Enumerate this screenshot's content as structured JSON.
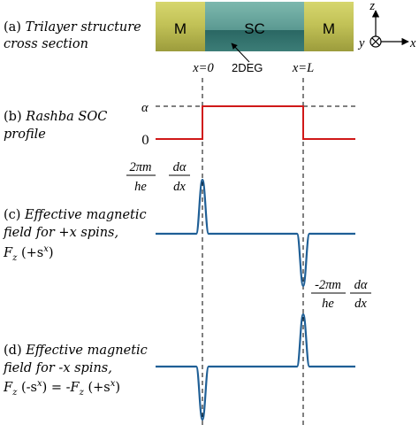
{
  "colors": {
    "metal_fill": "#c2c257",
    "metal_dark": "#97973a",
    "sc_fill": "#6aa49d",
    "sc_dark": "#2f6f6b",
    "soc_line": "#d01818",
    "field_line": "#1f5f96",
    "dashed": "#000000"
  },
  "panel_a": {
    "prefix": "(a) ",
    "title_line1": "Trilayer structure",
    "title_line2": "cross section",
    "left_metal": "M",
    "center": "SC",
    "right_metal": "M",
    "deg_label": "2DEG",
    "x0_label": "x=0",
    "xL_label": "x=L",
    "axes": {
      "z": "z",
      "y": "y",
      "x": "x"
    }
  },
  "panel_b": {
    "prefix": "(b) ",
    "title_line1": "Rashba SOC",
    "title_line2": "profile",
    "level_high": "α",
    "level_low": "0"
  },
  "panel_c": {
    "prefix": "(c) ",
    "title_line1": "Effective magnetic",
    "title_line2": "field for +x spins,",
    "title_line3_F": "F",
    "title_line3_z": "z",
    "title_line3_rest": " (+s",
    "title_line3_sup": "x",
    "title_line3_close": ")",
    "peak_num": "2πm",
    "peak_den": "he",
    "deriv_num": "dα",
    "deriv_den": "dx",
    "dip_num": "-2πm",
    "dip_den": "he",
    "dip_deriv_num": "dα",
    "dip_deriv_den": "dx"
  },
  "panel_d": {
    "prefix": "(d) ",
    "title_line1": "Effective magnetic",
    "title_line2": "field for -x spins,",
    "eq_F1": "F",
    "eq_z1": "z",
    "eq_mid1": " (-s",
    "eq_sup1": "x",
    "eq_mid2": ") = -",
    "eq_F2": "F",
    "eq_z2": "z",
    "eq_mid3": " (+s",
    "eq_sup2": "x",
    "eq_close": ")"
  }
}
